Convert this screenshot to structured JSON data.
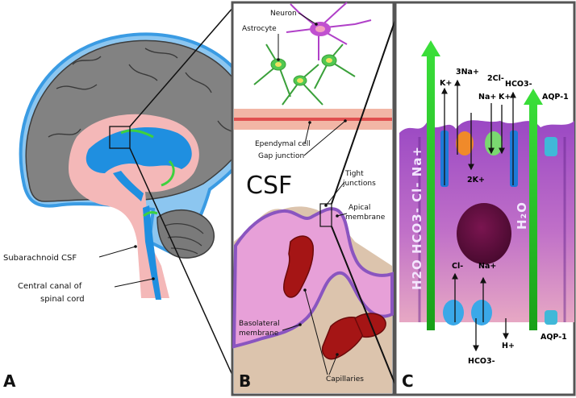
{
  "panels": {
    "a": "A",
    "b": "B",
    "c": "C"
  },
  "panel_a": {
    "subarachnoid": "Subarachnoid CSF",
    "central_canal_1": "Central canal of",
    "central_canal_2": "spinal cord"
  },
  "panel_b": {
    "neuron": "Neuron",
    "astrocyte": "Astrocyte",
    "ependymal": "Ependymal cell",
    "gap_junction": "Gap junction",
    "csf": "CSF",
    "tight_1": "Tight",
    "tight_2": "junctions",
    "apical_1": "Apical",
    "apical_2": "membrane",
    "basolateral_1": "Basolateral",
    "basolateral_2": "membrane",
    "capillaries": "Capillaries"
  },
  "panel_c": {
    "na3": "3Na+",
    "k_left": "K+",
    "cl2": "2Cl-",
    "na_top": "Na+",
    "k_top": "K+",
    "hco3_top": "HCO3-",
    "aqp_top": "AQP-1",
    "k2": "2K+",
    "h2o_cell": "H₂O",
    "cl_bottom": "Cl-",
    "na_bottom": "Na+",
    "hco3_bottom": "HCO3-",
    "h_bottom": "H+",
    "aqp_bottom": "AQP-1",
    "vertical_flux": "H2O  HCO3-  Cl-  Na+"
  },
  "colors": {
    "brain_gray": "#7d7d7d",
    "ventricle_blue": "#1f8fe0",
    "csf_pink": "#f3b3b6",
    "cell_purple": "#b066c8",
    "arrow_green": "#22c21f"
  }
}
